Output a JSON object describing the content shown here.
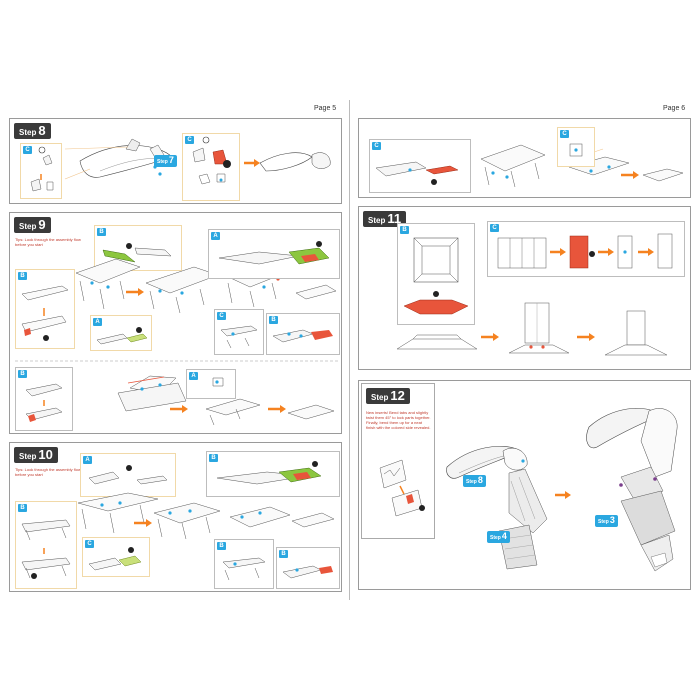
{
  "pages": {
    "left": {
      "label": "Page 5"
    },
    "right": {
      "label": "Page 6"
    }
  },
  "steps": {
    "s8": {
      "label": "Step",
      "number": "8",
      "callout": {
        "label": "Step",
        "number": "7"
      }
    },
    "s9": {
      "label": "Step",
      "number": "9",
      "tip": "Tips: Look through the assembly flow before you start"
    },
    "s10": {
      "label": "Step",
      "number": "10",
      "tip": "Tips: Look through the assembly flow before you start"
    },
    "s11": {
      "label": "Step",
      "number": "11"
    },
    "s12": {
      "label": "Step",
      "number": "12",
      "tip": "New inserts! Bend tabs and slightly twist them 45° to lock parts together. Finally, bend them up for a neat finish with the colored side revealed.",
      "callouts": [
        {
          "label": "Step",
          "number": "8"
        },
        {
          "label": "Step",
          "number": "4"
        },
        {
          "label": "Step",
          "number": "3"
        }
      ]
    }
  },
  "letters": {
    "A": "A",
    "B": "B",
    "C": "C"
  },
  "colors": {
    "accent_blue": "#2aa7e0",
    "accent_orange": "#f58220",
    "part_red": "#e8553b",
    "part_green": "#8cc63f"
  }
}
